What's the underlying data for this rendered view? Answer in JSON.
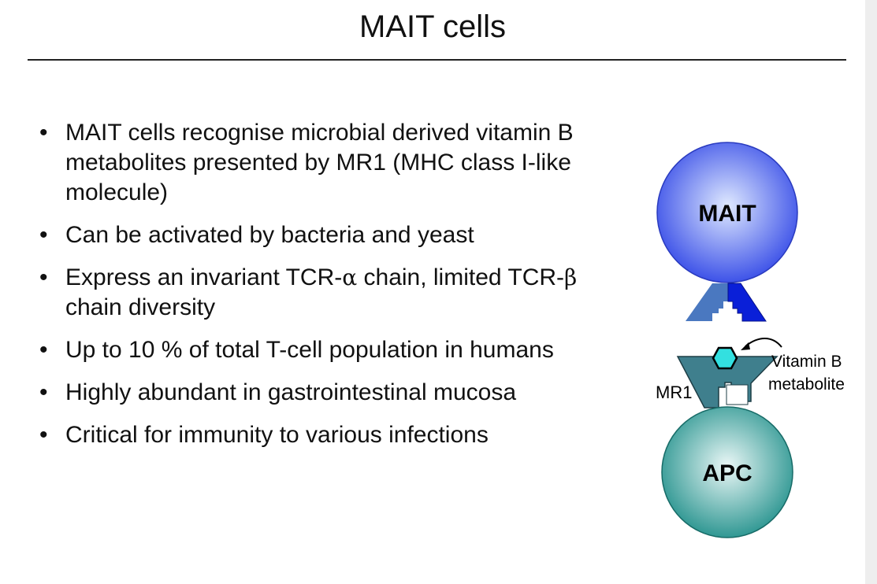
{
  "slide": {
    "title": "MAIT cells",
    "bullets": [
      {
        "parts": [
          "MAIT cells recognise microbial derived vitamin B metabolites presented by MR1 (MHC class I-like molecule)"
        ]
      },
      {
        "parts": [
          "Can be activated by bacteria and yeast"
        ]
      },
      {
        "parts": [
          "Express an invariant TCR-",
          "α",
          " chain, limited TCR-",
          "β",
          " chain diversity"
        ]
      },
      {
        "parts": [
          "Up to 10 % of total T-cell population in humans"
        ]
      },
      {
        "parts": [
          "Highly abundant in gastrointestinal mucosa"
        ]
      },
      {
        "parts": [
          "Critical for immunity to various infections"
        ]
      }
    ]
  },
  "diagram": {
    "mait_label": "MAIT",
    "apc_label": "APC",
    "mr1_label": "MR1",
    "metabolite_label_line1": "Vitamin B",
    "metabolite_label_line2": "metabolite",
    "colors": {
      "mait_light": "#dfe9ff",
      "mait_dark": "#2f45e6",
      "apc_light": "#eaf7f6",
      "apc_dark": "#1f8f8a",
      "tcr_left": "#4a78c0",
      "tcr_right": "#0a1fd8",
      "mr1": "#3f7f8d",
      "metabolite": "#33e0e0"
    }
  }
}
